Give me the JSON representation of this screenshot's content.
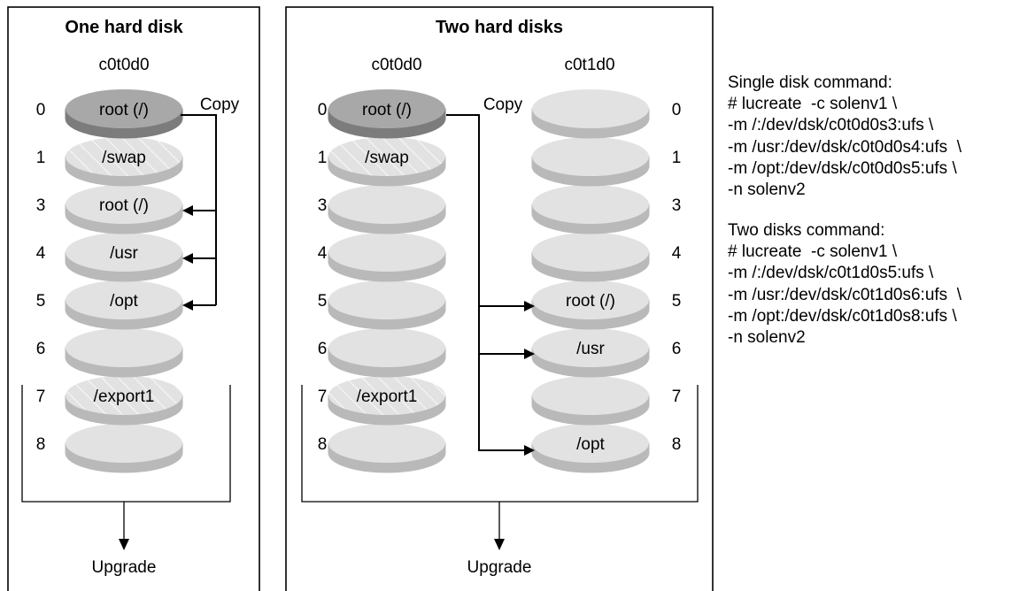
{
  "one_disk": {
    "title": "One hard disk",
    "disk_name": "c0t0d0",
    "copy_label": "Copy",
    "upgrade_label": "Upgrade",
    "slices": [
      {
        "num": "0",
        "label": "root (/)",
        "style": "dark"
      },
      {
        "num": "1",
        "label": "/swap",
        "style": "hatched"
      },
      {
        "num": "3",
        "label": "root (/)",
        "style": "light",
        "copy_target": true
      },
      {
        "num": "4",
        "label": "/usr",
        "style": "light",
        "copy_target": true
      },
      {
        "num": "5",
        "label": "/opt",
        "style": "light",
        "copy_target": true
      },
      {
        "num": "6",
        "label": "",
        "style": "light"
      },
      {
        "num": "7",
        "label": "/export1",
        "style": "hatched"
      },
      {
        "num": "8",
        "label": "",
        "style": "light"
      }
    ]
  },
  "two_disks": {
    "title": "Two hard disks",
    "copy_label": "Copy",
    "upgrade_label": "Upgrade",
    "disk_a": {
      "name": "c0t0d0",
      "slices": [
        {
          "num": "0",
          "label": "root (/)",
          "style": "dark"
        },
        {
          "num": "1",
          "label": "/swap",
          "style": "hatched"
        },
        {
          "num": "3",
          "label": "",
          "style": "light"
        },
        {
          "num": "4",
          "label": "",
          "style": "light"
        },
        {
          "num": "5",
          "label": "",
          "style": "light"
        },
        {
          "num": "6",
          "label": "",
          "style": "light"
        },
        {
          "num": "7",
          "label": "/export1",
          "style": "hatched"
        },
        {
          "num": "8",
          "label": "",
          "style": "light"
        }
      ]
    },
    "disk_b": {
      "name": "c0t1d0",
      "slices": [
        {
          "num": "0",
          "label": "",
          "style": "light"
        },
        {
          "num": "1",
          "label": "",
          "style": "light"
        },
        {
          "num": "3",
          "label": "",
          "style": "light"
        },
        {
          "num": "4",
          "label": "",
          "style": "light"
        },
        {
          "num": "5",
          "label": "root (/)",
          "style": "light",
          "copy_target": true
        },
        {
          "num": "6",
          "label": "/usr",
          "style": "light",
          "copy_target": true
        },
        {
          "num": "7",
          "label": "",
          "style": "light"
        },
        {
          "num": "8",
          "label": "/opt",
          "style": "light",
          "copy_target": true
        }
      ]
    }
  },
  "commands": {
    "single": [
      "Single disk command:",
      "# lucreate  -c solenv1 \\",
      "-m /:/dev/dsk/c0t0d0s3:ufs \\",
      "-m /usr:/dev/dsk/c0t0d0s4:ufs  \\",
      "-m /opt:/dev/dsk/c0t0d0s5:ufs \\",
      "-n solenv2"
    ],
    "two": [
      "Two disks command:",
      "# lucreate  -c solenv1 \\",
      "-m /:/dev/dsk/c0t1d0s5:ufs \\",
      "-m /usr:/dev/dsk/c0t1d0s6:ufs  \\",
      "-m /opt:/dev/dsk/c0t1d0s8:ufs \\",
      "-n solenv2"
    ]
  },
  "colors": {
    "dark_top": "#a8a8a8",
    "dark_side": "#7c7c7c",
    "light_top": "#e2e2e2",
    "light_side": "#b9b9b9",
    "hatch": "#ffffff",
    "line": "#000000"
  }
}
